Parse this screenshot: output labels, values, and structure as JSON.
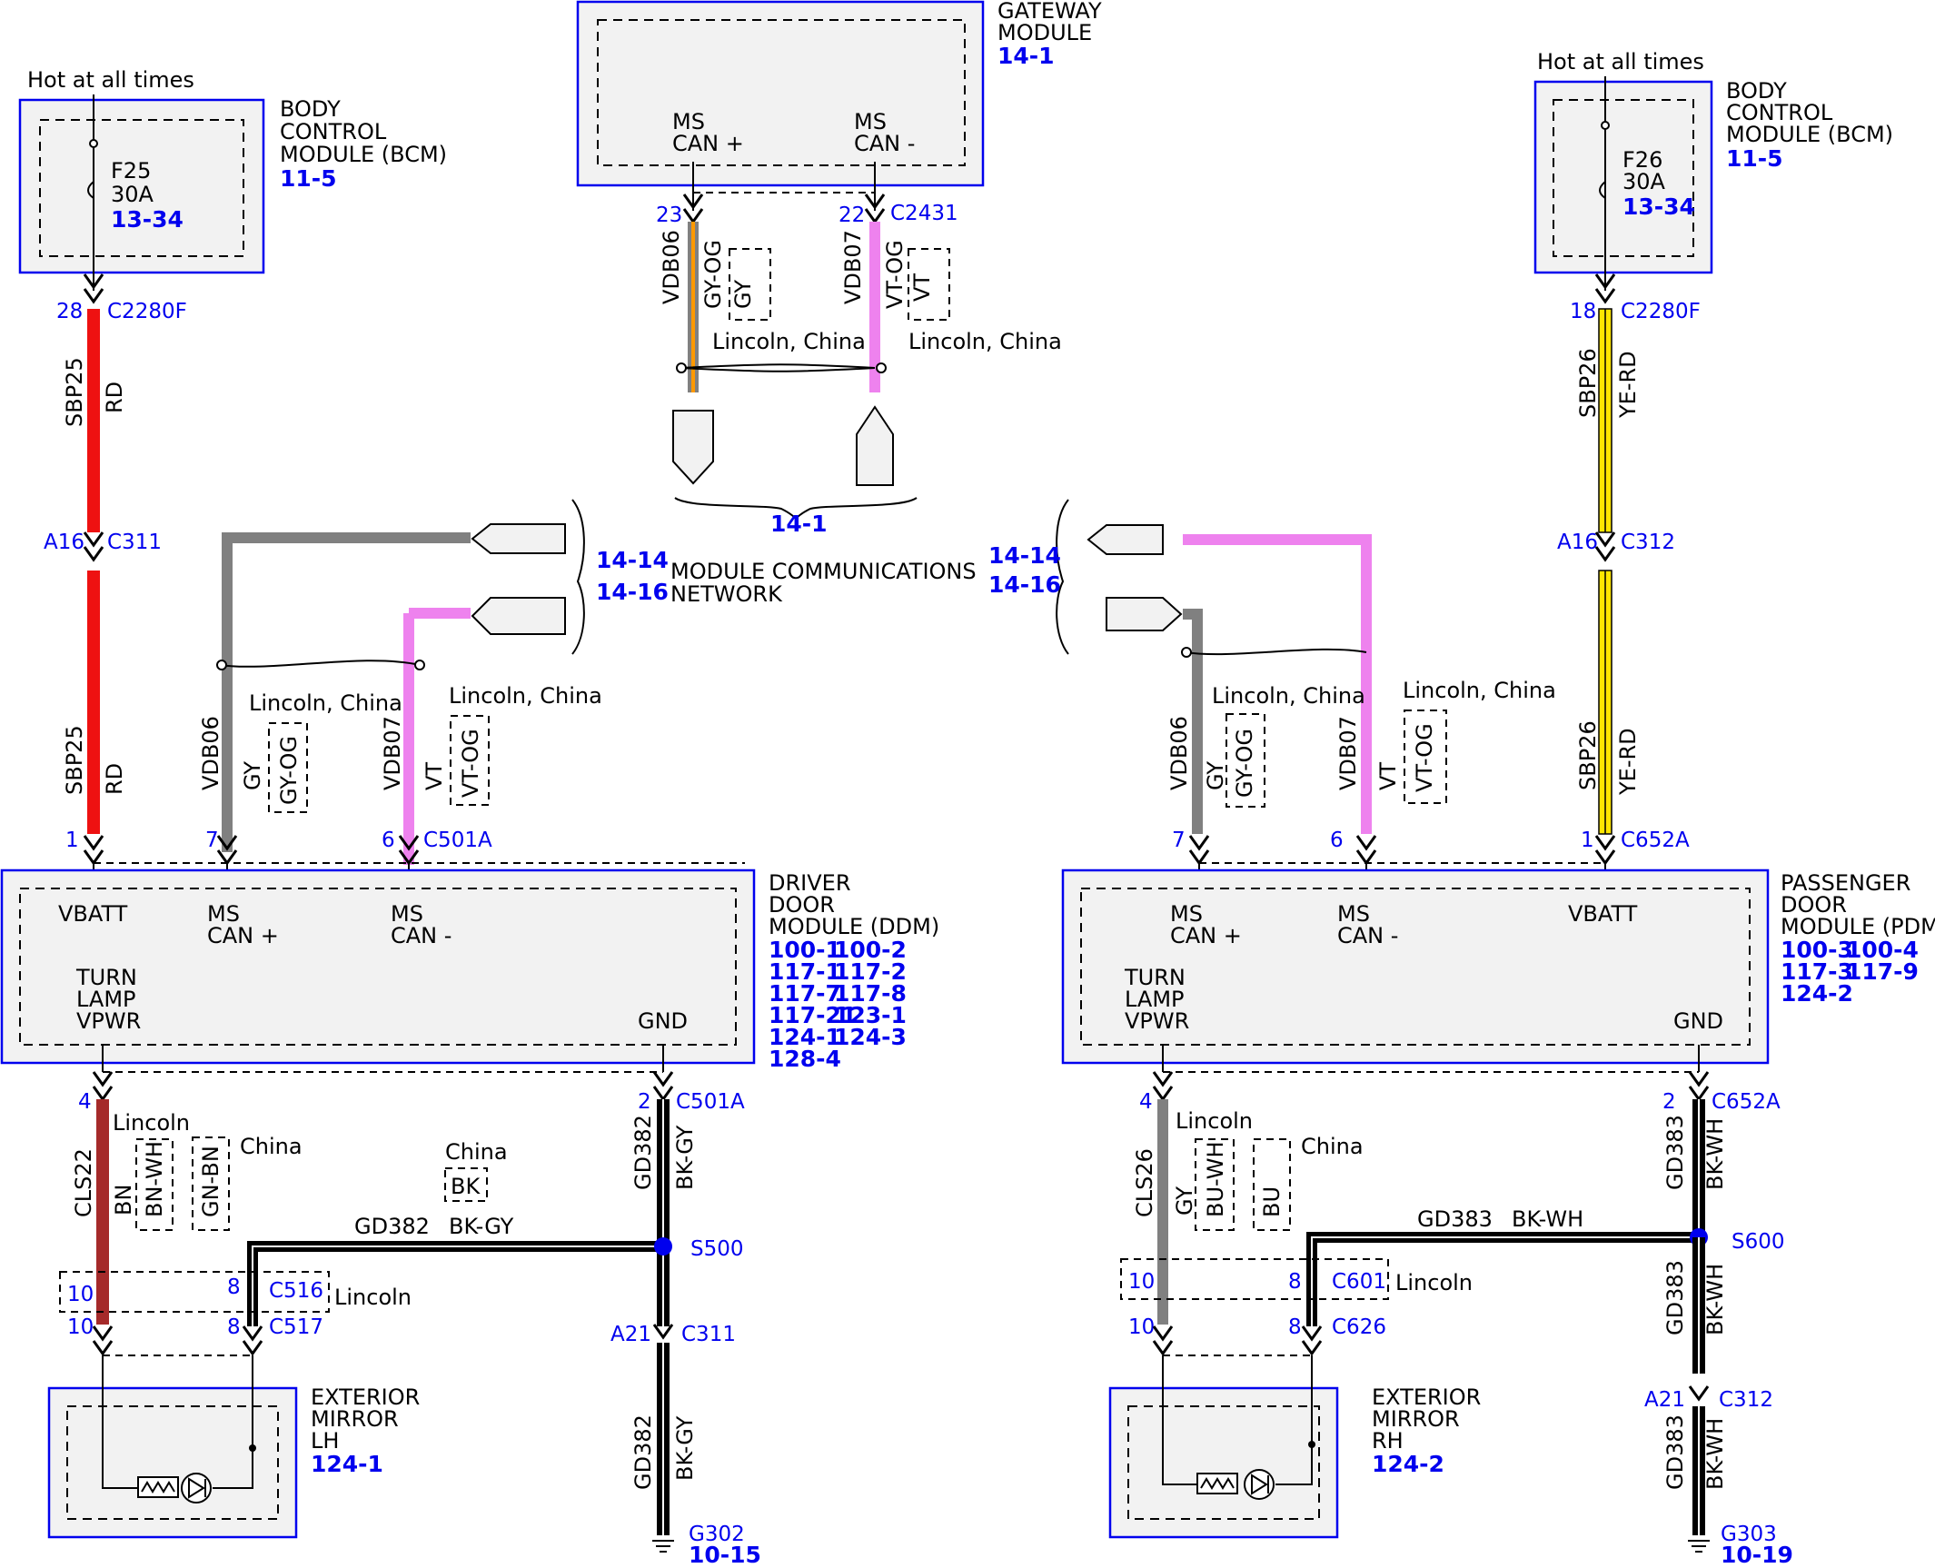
{
  "top": {
    "hot_left": "Hot at all times",
    "hot_right": "Hot at all times",
    "bcm_left": {
      "l1": "BODY",
      "l2": "CONTROL",
      "l3": "MODULE (BCM)",
      "ref": "11-5"
    },
    "bcm_right": {
      "l1": "BODY",
      "l2": "CONTROL",
      "l3": "MODULE (BCM)",
      "ref": "11-5"
    },
    "fuse_left": {
      "name": "F25",
      "rating": "30A",
      "ref": "13-34"
    },
    "fuse_right": {
      "name": "F26",
      "rating": "30A",
      "ref": "13-34"
    },
    "gateway": {
      "l1": "GATEWAY",
      "l2": "MODULE",
      "ref": "14-1",
      "pin_a1": "MS",
      "pin_a2": "CAN +",
      "pin_b1": "MS",
      "pin_b2": "CAN -"
    }
  },
  "gateway_wires": {
    "pin23": "23",
    "pin22": "22",
    "connector": "C2431",
    "w1_circuit": "VDB06",
    "w1_color": "GY-OG",
    "w1_alt": "GY",
    "w2_circuit": "VDB07",
    "w2_color": "VT-OG",
    "w2_alt": "VT",
    "opt1": "Lincoln, China",
    "opt2": "Lincoln, China",
    "ref": "14-1"
  },
  "left_bat": {
    "pin_top": "28",
    "conn_top": "C2280F",
    "circuit": "SBP25",
    "color": "RD",
    "pin_mid": "A16",
    "conn_mid": "C311",
    "circuit2": "SBP25",
    "color2": "RD"
  },
  "right_bat": {
    "pin_top": "18",
    "conn_top": "C2280F",
    "circuit": "SBP26",
    "color": "YE-RD",
    "pin_mid": "A16",
    "conn_mid": "C312",
    "circuit2": "SBP26",
    "color2": "YE-RD"
  },
  "network": {
    "ref1": "14-14",
    "ref2": "14-16",
    "label1": "MODULE COMMUNICATIONS",
    "label2": "NETWORK",
    "rref1": "14-14",
    "rref2": "14-16"
  },
  "left_can": {
    "w1_circuit": "VDB06",
    "w1_color": "GY",
    "w1_alt": "GY-OG",
    "opt1": "Lincoln, China",
    "w2_circuit": "VDB07",
    "w2_color": "VT",
    "w2_alt": "VT-OG",
    "opt2": "Lincoln, China",
    "pin1": "1",
    "pin7": "7",
    "pin6": "6",
    "connector": "C501A"
  },
  "right_can": {
    "w1_circuit": "VDB06",
    "w1_color": "GY",
    "w1_alt": "GY-OG",
    "opt1": "Lincoln, China",
    "w2_circuit": "VDB07",
    "w2_color": "VT",
    "w2_alt": "VT-OG",
    "opt2": "Lincoln, China",
    "pin7": "7",
    "pin6": "6",
    "pin1": "1",
    "connector": "C652A"
  },
  "ddm": {
    "name1": "DRIVER",
    "name2": "DOOR",
    "name3": "MODULE (DDM)",
    "vbatt": "VBATT",
    "mscan_p1": "MS",
    "mscan_p2": "CAN +",
    "mscan_m1": "MS",
    "mscan_m2": "CAN -",
    "turn1": "TURN",
    "turn2": "LAMP",
    "turn3": "VPWR",
    "gnd": "GND",
    "refs": [
      "100-1",
      "100-2",
      "117-1",
      "117-2",
      "117-7",
      "117-8",
      "117-21",
      "123-1",
      "124-1",
      "124-3",
      "128-4"
    ]
  },
  "pdm": {
    "name1": "PASSENGER",
    "name2": "DOOR",
    "name3": "MODULE (PDM)",
    "vbatt": "VBATT",
    "mscan_p1": "MS",
    "mscan_p2": "CAN +",
    "mscan_m1": "MS",
    "mscan_m2": "CAN -",
    "turn1": "TURN",
    "turn2": "LAMP",
    "turn3": "VPWR",
    "gnd": "GND",
    "refs": [
      "100-3",
      "100-4",
      "117-3",
      "117-9",
      "124-2"
    ]
  },
  "left_bottom": {
    "pin4": "4",
    "circuit": "CLS22",
    "color": "BN",
    "alt1": "BN-WH",
    "alt2": "GN-BN",
    "lincoln": "Lincoln",
    "china": "China",
    "china2": "China",
    "bk": "BK",
    "pin2": "2",
    "conn2": "C501A",
    "gd_circuit": "GD382",
    "gd_color": "BK-GY",
    "splice": "S500",
    "splice_circuit": "GD382",
    "splice_color": "BK-GY",
    "p10a": "10",
    "p8a": "8",
    "c516": "C516",
    "lincoln2": "Lincoln",
    "p10b": "10",
    "p8b": "8",
    "c517": "C517",
    "a21": "A21",
    "c311": "C311",
    "gd2_circuit": "GD382",
    "gd2_color": "BK-GY",
    "ground": "G302",
    "ground_ref": "10-15",
    "mirror1": "EXTERIOR",
    "mirror2": "MIRROR",
    "mirror3": "LH",
    "mirror_ref": "124-1"
  },
  "right_bottom": {
    "pin4": "4",
    "circuit": "CLS26",
    "color": "GY",
    "alt1": "BU-WH",
    "alt2": "BU",
    "lincoln": "Lincoln",
    "china": "China",
    "pin2": "2",
    "conn2": "C652A",
    "gd_circuit": "GD383",
    "gd_color": "BK-WH",
    "splice": "S600",
    "splice_circuit": "GD383",
    "splice_color": "BK-WH",
    "p10a": "10",
    "p8a": "8",
    "c601": "C601",
    "lincoln2": "Lincoln",
    "p10b": "10",
    "p8b": "8",
    "c626": "C626",
    "gd2_circuit": "GD383",
    "gd2_color": "BK-WH",
    "a21": "A21",
    "c312": "C312",
    "gd3_circuit": "GD383",
    "gd3_color": "BK-WH",
    "ground": "G303",
    "ground_ref": "10-19",
    "mirror1": "EXTERIOR",
    "mirror2": "MIRROR",
    "mirror3": "RH",
    "mirror_ref": "124-2"
  },
  "colors": {
    "red": "#ee1111",
    "darkred": "#a52a2a",
    "gray": "#808080",
    "violet": "#ee82ee",
    "yellow": "#ffe600",
    "black": "#000000",
    "pin_blue": "#0000ee"
  }
}
